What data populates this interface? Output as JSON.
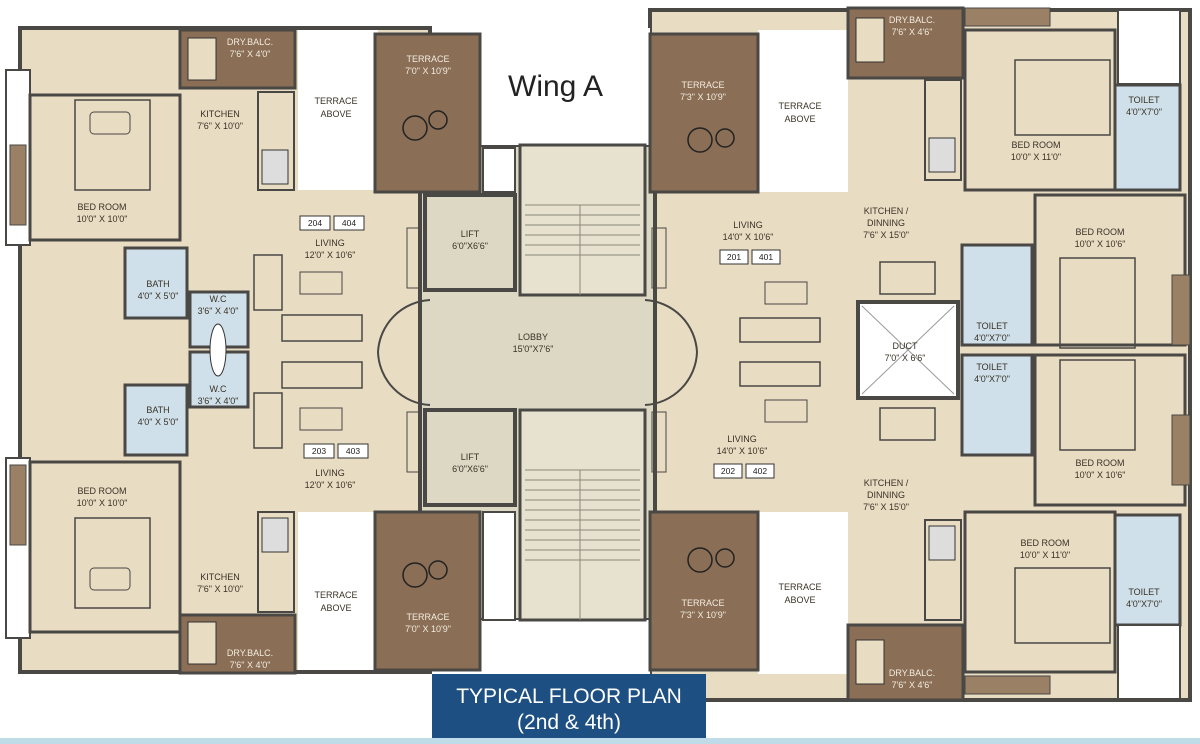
{
  "wing_title": "Wing A",
  "footer": {
    "line1": "TYPICAL FLOOR PLAN",
    "line2": "(2nd & 4th)"
  },
  "lobby": {
    "name": "LOBBY",
    "size": "15'0\"X7'6\""
  },
  "lifts": [
    {
      "name": "LIFT",
      "size": "6'0\"X6'6\""
    },
    {
      "name": "LIFT",
      "size": "6'0\"X6'6\""
    }
  ],
  "duct": {
    "name": "DUCT",
    "size": "7'0\" X 6'6\""
  },
  "terrace_above": [
    "TERRACE",
    "ABOVE"
  ],
  "flat_tl": {
    "numbers": [
      "204",
      "404"
    ],
    "dry_balc": [
      "DRY.BALC.",
      "7'6\" X 4'0\""
    ],
    "kitchen": [
      "KITCHEN",
      "7'6\" X 10'0\""
    ],
    "bedroom": [
      "BED ROOM",
      "10'0\" X 10'0\""
    ],
    "bath": [
      "BATH",
      "4'0\" X 5'0\""
    ],
    "wc": [
      "W.C",
      "3'6\" X 4'0\""
    ],
    "living": [
      "LIVING",
      "12'0\" X 10'6\""
    ],
    "terrace": [
      "TERRACE",
      "7'0\" X 10'9\""
    ]
  },
  "flat_bl": {
    "numbers": [
      "203",
      "403"
    ],
    "dry_balc": [
      "DRY.BALC.",
      "7'6\" X 4'0\""
    ],
    "kitchen": [
      "KITCHEN",
      "7'6\" X 10'0\""
    ],
    "bedroom": [
      "BED ROOM",
      "10'0\" X 10'0\""
    ],
    "bath": [
      "BATH",
      "4'0\" X 5'0\""
    ],
    "wc": [
      "W.C",
      "3'6\" X 4'0\""
    ],
    "living": [
      "LIVING",
      "12'0\" X 10'6\""
    ],
    "terrace": [
      "TERRACE",
      "7'0\" X 10'9\""
    ]
  },
  "flat_tr": {
    "numbers": [
      "201",
      "401"
    ],
    "terrace": [
      "TERRACE",
      "7'3\" X 10'9\""
    ],
    "living": [
      "LIVING",
      "14'0\" X 10'6\""
    ],
    "kitchen_dining": [
      "KITCHEN /",
      "DINNING",
      "7'6\" X 15'0\""
    ],
    "dry_balc": [
      "DRY.BALC.",
      "7'6\" X 4'6\""
    ],
    "bedroom1": [
      "BED ROOM",
      "10'0\" X 11'0\""
    ],
    "toilet1": [
      "TOILET",
      "4'0\"X7'0\""
    ],
    "bedroom2": [
      "BED ROOM",
      "10'0\" X 10'6\""
    ],
    "toilet2": [
      "TOILET",
      "4'0\"X7'0\""
    ]
  },
  "flat_br": {
    "numbers": [
      "202",
      "402"
    ],
    "terrace": [
      "TERRACE",
      "7'3\" X 10'9\""
    ],
    "living": [
      "LIVING",
      "14'0\" X 10'6\""
    ],
    "kitchen_dining": [
      "KITCHEN /",
      "DINNING",
      "7'6\" X 15'0\""
    ],
    "dry_balc": [
      "DRY.BALC.",
      "7'6\" X 4'6\""
    ],
    "bedroom1": [
      "BED ROOM",
      "10'0\" X 11'0\""
    ],
    "toilet1": [
      "TOILET",
      "4'0\"X7'0\""
    ],
    "bedroom2": [
      "BED ROOM",
      "10'0\" X 10'6\""
    ],
    "toilet2": [
      "TOILET",
      "4'0\"X7'0\""
    ]
  },
  "colors": {
    "floor": "#e8dcc3",
    "wall": "#4a4844",
    "terrace": "#8a6e55",
    "wet": "#cfe0ea",
    "lobby": "#dcd8c4"
  }
}
